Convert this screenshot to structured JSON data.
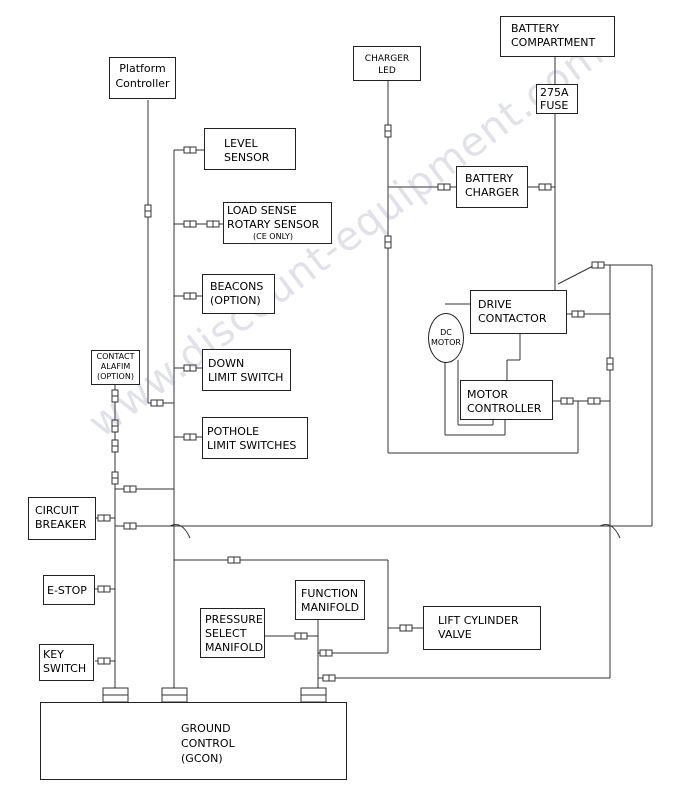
{
  "components": {
    "platform_controller": [
      "Platform",
      "Controller"
    ],
    "level_sensor": [
      "LEVEL",
      "SENSOR"
    ],
    "load_sense": [
      "LOAD SENSE",
      "ROTARY SENSOR",
      "(CE ONLY)"
    ],
    "beacons": [
      "BEACONS",
      "(OPTION)"
    ],
    "down_limit": [
      "DOWN",
      "LIMIT SWITCH"
    ],
    "pothole": [
      "POTHOLE",
      "LIMIT SWITCHES"
    ],
    "contact_alarm": [
      "CONTACT",
      "ALAFIM",
      "(OPTION)"
    ],
    "circuit_breaker": [
      "CIRCUIT",
      "BREAKER"
    ],
    "estop": [
      "E-STOP"
    ],
    "key_switch": [
      "KEY",
      "SWITCH"
    ],
    "ground_control": [
      "GROUND",
      "CONTROL",
      "(GCON)"
    ],
    "charger_led": [
      "CHARGER",
      "LED"
    ],
    "battery_compartment": [
      "BATTERY",
      "COMPARTMENT"
    ],
    "fuse": [
      "275A",
      "FUSE"
    ],
    "battery_charger": [
      "BATTERY",
      "CHARGER"
    ],
    "drive_contactor": [
      "DRIVE",
      "CONTACTOR"
    ],
    "dc_motor": [
      "DC",
      "MOTOR"
    ],
    "motor_controller": [
      "MOTOR",
      "CONTROLLER"
    ],
    "function_manifold": [
      "FUNCTION",
      "MANIFOLD"
    ],
    "pressure_select": [
      "PRESSURE",
      "SELECT",
      "MANIFOLD"
    ],
    "lift_cylinder": [
      "LIFT CYLINDER",
      "VALVE"
    ]
  },
  "watermark": "www.discount-equipment.com"
}
